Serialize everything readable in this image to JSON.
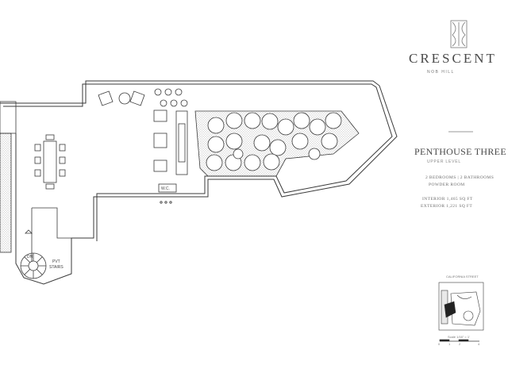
{
  "brand": {
    "name": "CRESCENT",
    "location": "NOB HILL"
  },
  "unit": {
    "title": "PENTHOUSE THREE",
    "level": "UPPER LEVEL"
  },
  "specs": {
    "rooms_line1": "2 BEDROOMS | 2 BATHROOMS",
    "rooms_line2": "POWDER ROOM",
    "interior": "INTERIOR 1,465 SQ FT",
    "exterior": "EXTERIOR 1,221 SQ FT"
  },
  "plan_labels": {
    "wc": "W.C.",
    "dn": "DN",
    "pvt_stairs_1": "PVT",
    "pvt_stairs_2": "STAIRS"
  },
  "key_plan": {
    "street": "CALIFORNIA STREET",
    "scale_label": "Scale 1/16\" = 1'",
    "scale_ticks": [
      "0",
      "1",
      "2",
      "4"
    ]
  },
  "colors": {
    "line": "#3a3a3a",
    "text": "#5a5a5a",
    "hatch": "#9a9a9a"
  }
}
